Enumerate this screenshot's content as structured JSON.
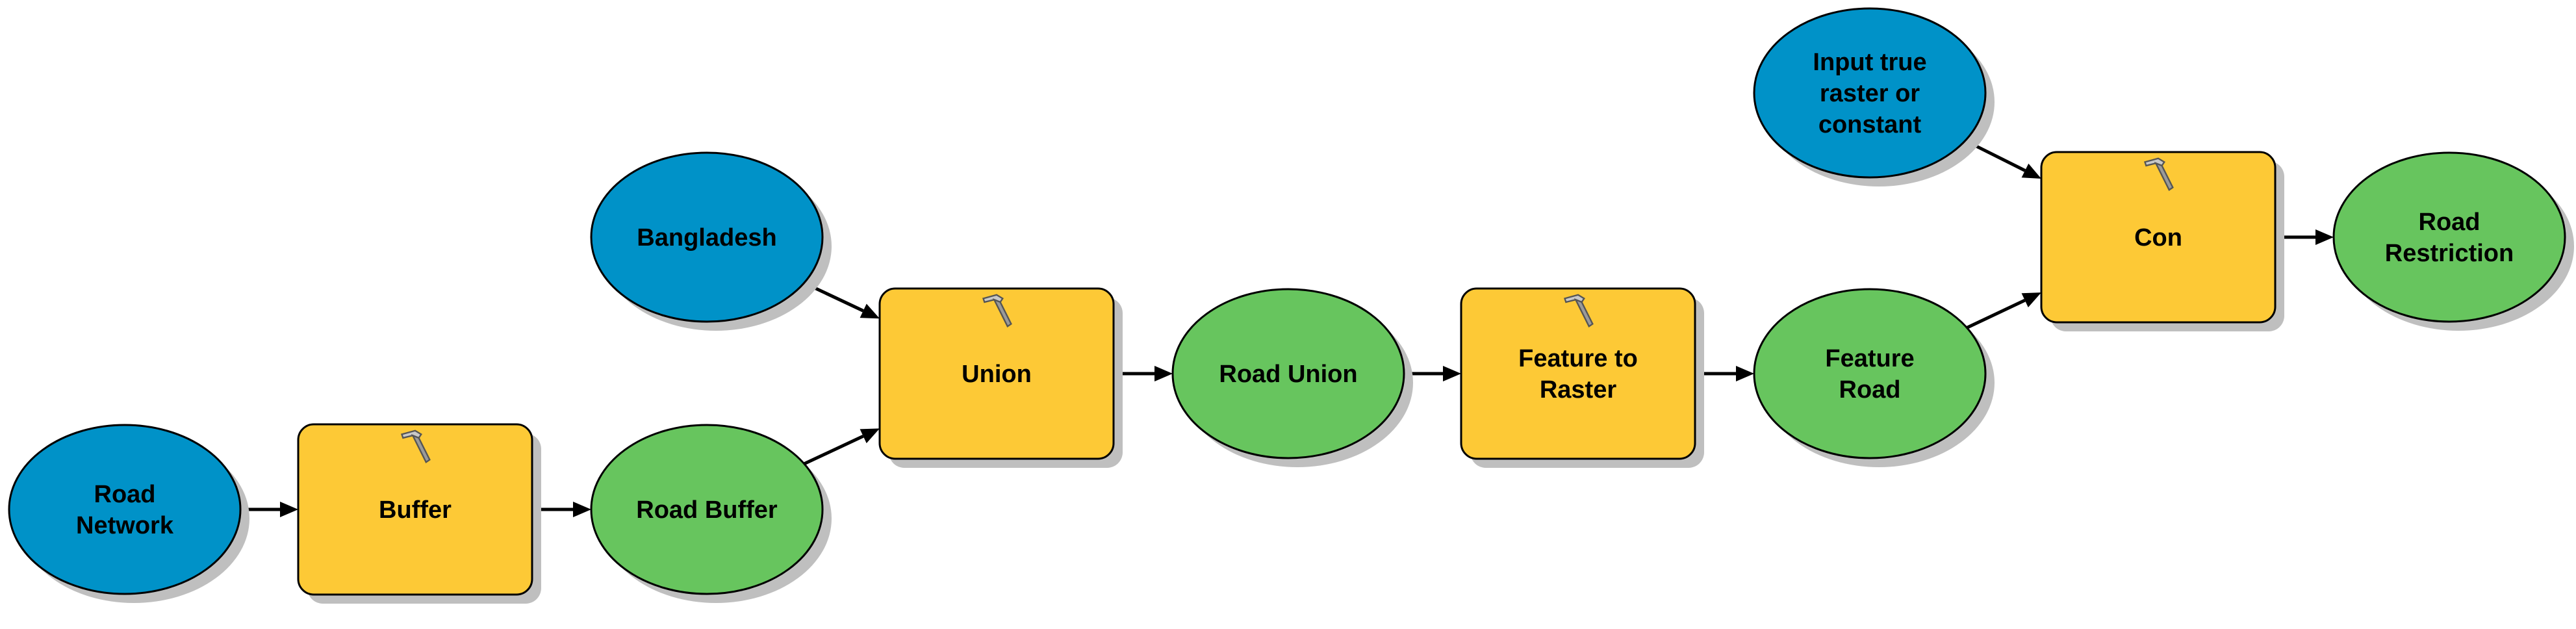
{
  "diagram": {
    "nodes": [
      {
        "id": "road_network",
        "kind": "input_data",
        "lines": [
          "Road",
          "Network"
        ]
      },
      {
        "id": "buffer",
        "kind": "tool",
        "lines": [
          "Buffer"
        ]
      },
      {
        "id": "road_buffer",
        "kind": "derived_data",
        "lines": [
          "Road Buffer"
        ]
      },
      {
        "id": "bangladesh",
        "kind": "input_data",
        "lines": [
          "Bangladesh"
        ]
      },
      {
        "id": "union",
        "kind": "tool",
        "lines": [
          "Union"
        ]
      },
      {
        "id": "road_union",
        "kind": "derived_data",
        "lines": [
          "Road Union"
        ]
      },
      {
        "id": "feature_to_raster",
        "kind": "tool",
        "lines": [
          "Feature to",
          "Raster"
        ]
      },
      {
        "id": "feature_road",
        "kind": "derived_data",
        "lines": [
          "Feature",
          "Road"
        ]
      },
      {
        "id": "input_true_raster",
        "kind": "input_data",
        "lines": [
          "Input true",
          "raster or",
          "constant"
        ]
      },
      {
        "id": "con",
        "kind": "tool",
        "lines": [
          "Con"
        ]
      },
      {
        "id": "road_restriction",
        "kind": "derived_data",
        "lines": [
          "Road",
          "Restriction"
        ]
      }
    ],
    "edges": [
      {
        "from": "road_network",
        "to": "buffer"
      },
      {
        "from": "buffer",
        "to": "road_buffer"
      },
      {
        "from": "road_buffer",
        "to": "union"
      },
      {
        "from": "bangladesh",
        "to": "union"
      },
      {
        "from": "union",
        "to": "road_union"
      },
      {
        "from": "road_union",
        "to": "feature_to_raster"
      },
      {
        "from": "feature_to_raster",
        "to": "feature_road"
      },
      {
        "from": "feature_road",
        "to": "con"
      },
      {
        "from": "input_true_raster",
        "to": "con"
      },
      {
        "from": "con",
        "to": "road_restriction"
      }
    ],
    "colors": {
      "input_data": "#0092c8",
      "tool": "#fdc936",
      "derived_data": "#67c55e",
      "stroke": "#000000",
      "shadow": "#bfbfbf",
      "edge": "#000000"
    },
    "tool_icon": "hammer-icon"
  }
}
